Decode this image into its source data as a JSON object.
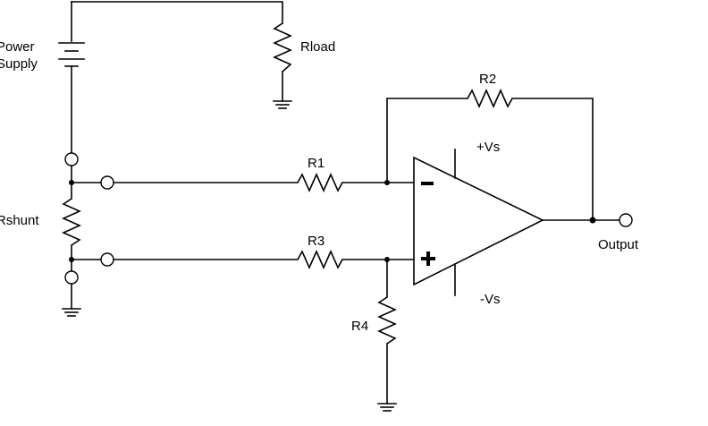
{
  "labels": {
    "power_supply_line1": "Power",
    "power_supply_line2": "Supply",
    "rload": "Rload",
    "rshunt": "Rshunt",
    "r1": "R1",
    "r2": "R2",
    "r3": "R3",
    "r4": "R4",
    "plus_vs": "+Vs",
    "minus_vs": "-Vs",
    "output": "Output",
    "inverting_sign": "−",
    "noninverting_sign": "+"
  }
}
